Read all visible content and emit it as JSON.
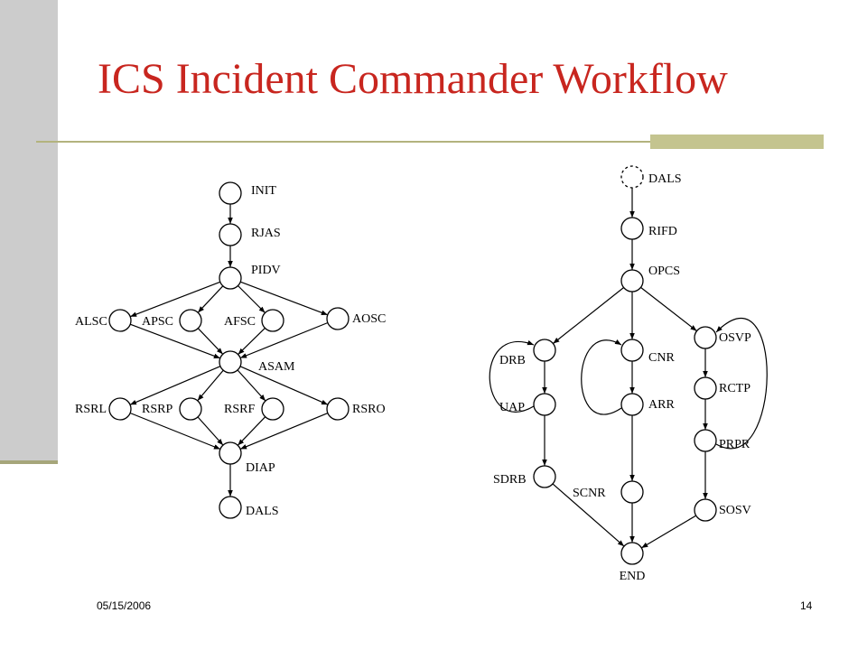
{
  "slide": {
    "title": "ICS Incident Commander Workflow",
    "date": "05/15/2006",
    "page_number": "14"
  },
  "diagram": {
    "nodes": [
      {
        "id": "l_init",
        "label": "INIT"
      },
      {
        "id": "l_rjas",
        "label": "RJAS"
      },
      {
        "id": "l_pidv",
        "label": "PIDV"
      },
      {
        "id": "l_alsc",
        "label": "ALSC"
      },
      {
        "id": "l_apsc",
        "label": "APSC"
      },
      {
        "id": "l_afsc",
        "label": "AFSC"
      },
      {
        "id": "l_aosc",
        "label": "AOSC"
      },
      {
        "id": "l_asam",
        "label": "ASAM"
      },
      {
        "id": "l_rsrl",
        "label": "RSRL"
      },
      {
        "id": "l_rsrp",
        "label": "RSRP"
      },
      {
        "id": "l_rsrf",
        "label": "RSRF"
      },
      {
        "id": "l_rsro",
        "label": "RSRO"
      },
      {
        "id": "l_diap",
        "label": "DIAP"
      },
      {
        "id": "l_dals",
        "label": "DALS"
      },
      {
        "id": "r_dals",
        "label": "DALS",
        "style": "dashed"
      },
      {
        "id": "r_rifd",
        "label": "RIFD"
      },
      {
        "id": "r_opcs",
        "label": "OPCS"
      },
      {
        "id": "r_drb",
        "label": "DRB"
      },
      {
        "id": "r_uap",
        "label": "UAP"
      },
      {
        "id": "r_sdrb",
        "label": "SDRB"
      },
      {
        "id": "r_cnr",
        "label": "CNR"
      },
      {
        "id": "r_arr",
        "label": "ARR"
      },
      {
        "id": "r_scnr",
        "label": "SCNR"
      },
      {
        "id": "r_osvp",
        "label": "OSVP"
      },
      {
        "id": "r_rctp",
        "label": "RCTP"
      },
      {
        "id": "r_prpr",
        "label": "PRPR"
      },
      {
        "id": "r_sosv",
        "label": "SOSV"
      },
      {
        "id": "r_end",
        "label": "END"
      }
    ],
    "edges": [
      {
        "from": "l_init",
        "to": "l_rjas"
      },
      {
        "from": "l_rjas",
        "to": "l_pidv"
      },
      {
        "from": "l_pidv",
        "to": "l_alsc"
      },
      {
        "from": "l_pidv",
        "to": "l_apsc"
      },
      {
        "from": "l_pidv",
        "to": "l_afsc"
      },
      {
        "from": "l_pidv",
        "to": "l_aosc"
      },
      {
        "from": "l_alsc",
        "to": "l_asam"
      },
      {
        "from": "l_apsc",
        "to": "l_asam"
      },
      {
        "from": "l_afsc",
        "to": "l_asam"
      },
      {
        "from": "l_aosc",
        "to": "l_asam"
      },
      {
        "from": "l_asam",
        "to": "l_rsrl"
      },
      {
        "from": "l_asam",
        "to": "l_rsrp"
      },
      {
        "from": "l_asam",
        "to": "l_rsrf"
      },
      {
        "from": "l_asam",
        "to": "l_rsro"
      },
      {
        "from": "l_rsrl",
        "to": "l_diap"
      },
      {
        "from": "l_rsrp",
        "to": "l_diap"
      },
      {
        "from": "l_rsrf",
        "to": "l_diap"
      },
      {
        "from": "l_rsro",
        "to": "l_diap"
      },
      {
        "from": "l_diap",
        "to": "l_dals"
      },
      {
        "from": "r_dals",
        "to": "r_rifd"
      },
      {
        "from": "r_rifd",
        "to": "r_opcs"
      },
      {
        "from": "r_opcs",
        "to": "r_drb"
      },
      {
        "from": "r_opcs",
        "to": "r_cnr"
      },
      {
        "from": "r_opcs",
        "to": "r_osvp"
      },
      {
        "from": "r_drb",
        "to": "r_uap"
      },
      {
        "from": "r_uap",
        "to": "r_sdrb"
      },
      {
        "from": "r_uap",
        "to": "r_drb",
        "kind": "loop"
      },
      {
        "from": "r_sdrb",
        "to": "r_end"
      },
      {
        "from": "r_cnr",
        "to": "r_arr"
      },
      {
        "from": "r_arr",
        "to": "r_scnr"
      },
      {
        "from": "r_arr",
        "to": "r_cnr",
        "kind": "loop"
      },
      {
        "from": "r_scnr",
        "to": "r_end"
      },
      {
        "from": "r_osvp",
        "to": "r_rctp"
      },
      {
        "from": "r_rctp",
        "to": "r_prpr"
      },
      {
        "from": "r_prpr",
        "to": "r_sosv"
      },
      {
        "from": "r_prpr",
        "to": "r_osvp",
        "kind": "loop"
      },
      {
        "from": "r_sosv",
        "to": "r_end"
      }
    ]
  }
}
